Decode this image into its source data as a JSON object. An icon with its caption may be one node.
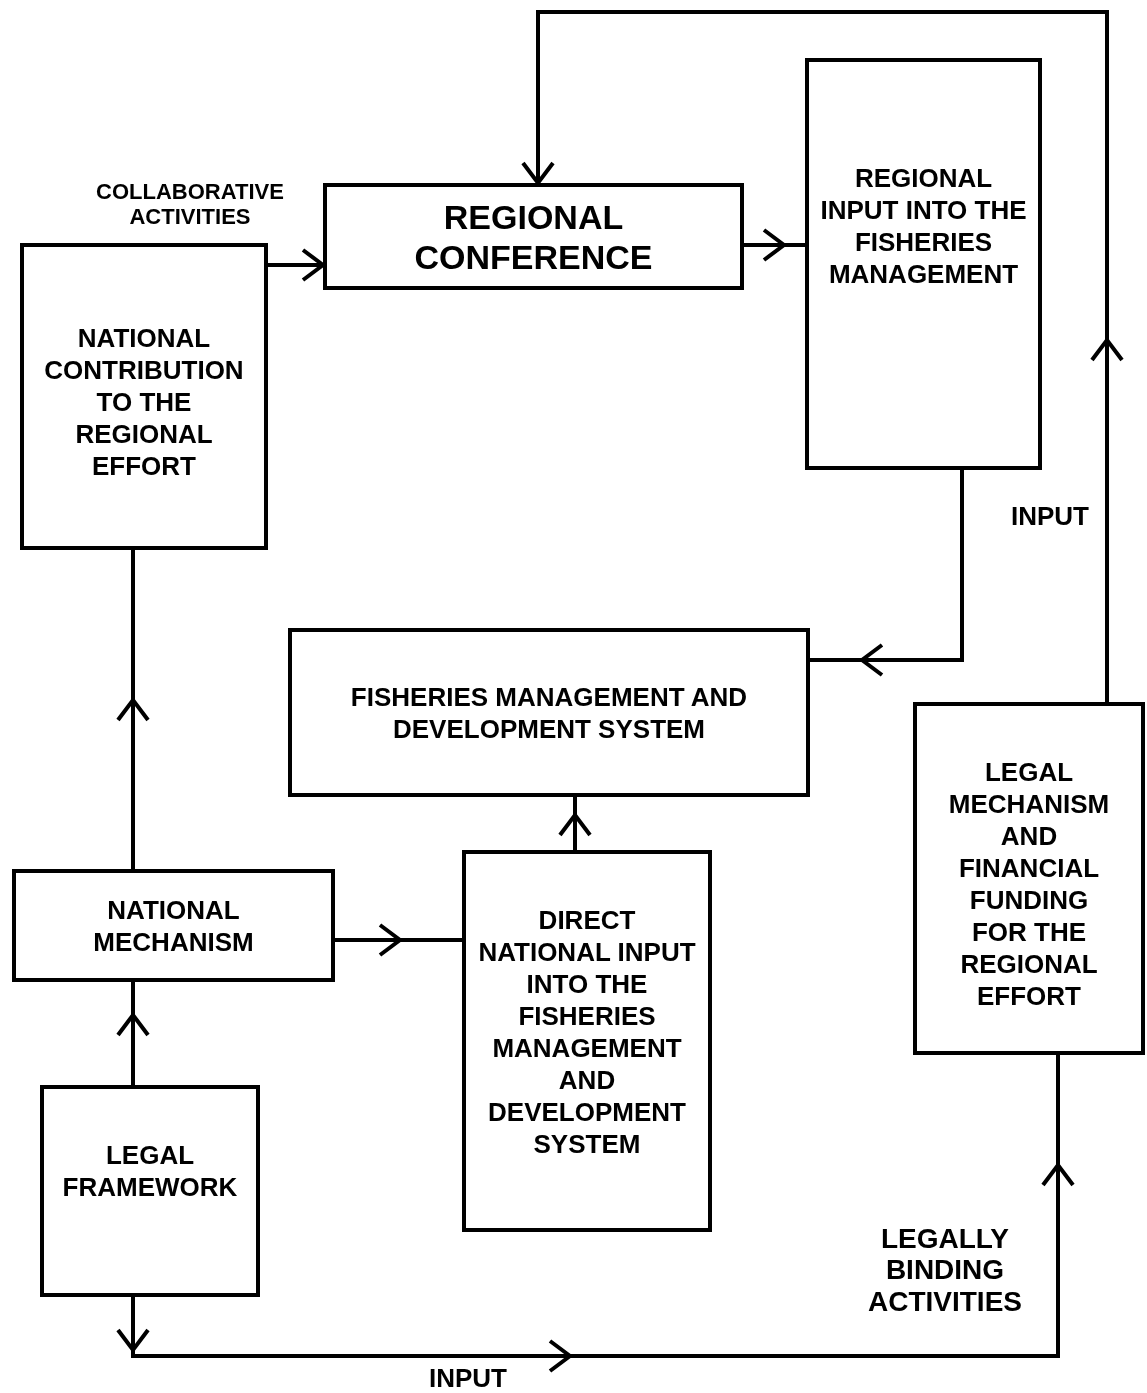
{
  "diagram": {
    "nodes": [
      {
        "text": [
          "REGIONAL CONFERENCE"
        ]
      },
      {
        "text": [
          "REGIONAL INPUT INTO THE FISHERIES MANAGEMENT"
        ]
      },
      {
        "text": [
          "NATIONAL CONTRIBUTION TO THE REGIONAL EFFORT"
        ]
      },
      {
        "text": [
          "FISHERIES MANAGEMENT AND DEVELOPMENT SYSTEM"
        ]
      },
      {
        "text": [
          "LEGAL MECHANISM AND FINANCIAL FUNDING FOR THE REGIONAL EFFORT"
        ]
      },
      {
        "text": [
          "NATIONAL MECHANISM"
        ]
      },
      {
        "text": [
          "DIRECT NATIONAL INPUT INTO THE FISHERIES MANAGEMENT AND DEVELOPMENT SYSTEM"
        ]
      },
      {
        "text": [
          "LEGAL FRAMEWORK"
        ]
      }
    ],
    "edges": [
      {
        "from": 2,
        "to": 0,
        "arrow": "to",
        "label": "COLLABORATIVE ACTIVITIES"
      },
      {
        "from": 0,
        "to": 1,
        "arrow": "to"
      },
      {
        "from": 1,
        "to": 3,
        "arrow": "to"
      },
      {
        "from": 4,
        "to": 0,
        "arrow": "to",
        "label": "INPUT"
      },
      {
        "from": 5,
        "to": 2,
        "arrow": "to"
      },
      {
        "from": 7,
        "to": 5,
        "arrow": "to"
      },
      {
        "from": 5,
        "to": 6,
        "arrow": "to"
      },
      {
        "from": 6,
        "to": 3,
        "arrow": "to"
      },
      {
        "from": 7,
        "to": 4,
        "arrow": "to",
        "label": "INPUT"
      }
    ],
    "labels": [
      "LEGALLY BINDING ACTIVITIES"
    ]
  }
}
